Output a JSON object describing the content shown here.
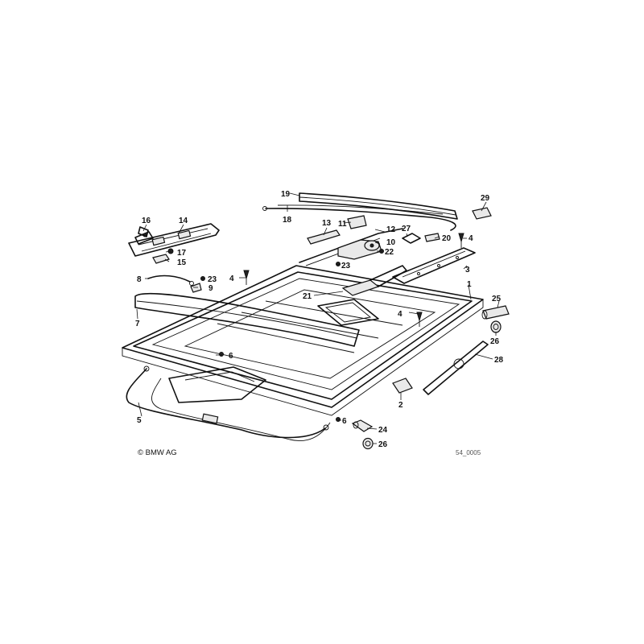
{
  "callouts": [
    {
      "id": "p19",
      "label": "19"
    },
    {
      "id": "p18",
      "label": "18"
    },
    {
      "id": "p29",
      "label": "29"
    },
    {
      "id": "p16",
      "label": "16"
    },
    {
      "id": "p14",
      "label": "14"
    },
    {
      "id": "p13",
      "label": "13"
    },
    {
      "id": "p11",
      "label": "11"
    },
    {
      "id": "p12",
      "label": "12"
    },
    {
      "id": "p27",
      "label": "27"
    },
    {
      "id": "p4a",
      "label": "4"
    },
    {
      "id": "p17",
      "label": "17"
    },
    {
      "id": "p10",
      "label": "10"
    },
    {
      "id": "p20",
      "label": "20"
    },
    {
      "id": "p15",
      "label": "15"
    },
    {
      "id": "p22",
      "label": "22"
    },
    {
      "id": "p23a",
      "label": "23"
    },
    {
      "id": "p23b",
      "label": "23"
    },
    {
      "id": "p3",
      "label": "3"
    },
    {
      "id": "p8",
      "label": "8"
    },
    {
      "id": "p4b",
      "label": "4"
    },
    {
      "id": "p9",
      "label": "9"
    },
    {
      "id": "p1",
      "label": "1"
    },
    {
      "id": "p21",
      "label": "21"
    },
    {
      "id": "p25",
      "label": "25"
    },
    {
      "id": "p7",
      "label": "7"
    },
    {
      "id": "p4c",
      "label": "4"
    },
    {
      "id": "p26a",
      "label": "26"
    },
    {
      "id": "p6a",
      "label": "6"
    },
    {
      "id": "p28",
      "label": "28"
    },
    {
      "id": "p2",
      "label": "2"
    },
    {
      "id": "p5",
      "label": "5"
    },
    {
      "id": "p6b",
      "label": "6"
    },
    {
      "id": "p24",
      "label": "24"
    },
    {
      "id": "p26b",
      "label": "26"
    }
  ],
  "copyright": "© BMW AG",
  "diagram_code": "54_0005"
}
